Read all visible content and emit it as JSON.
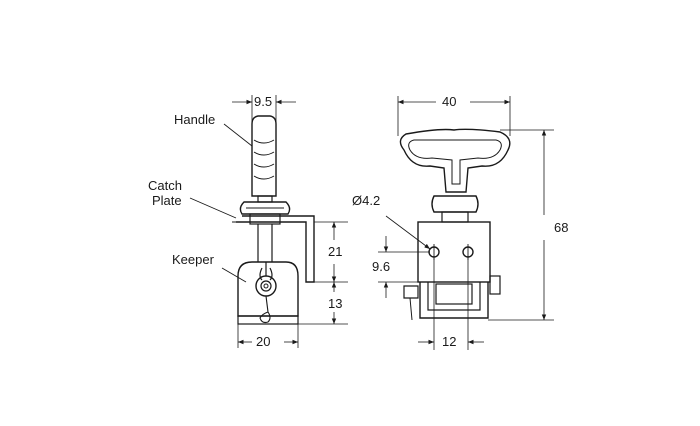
{
  "labels": {
    "handle": "Handle",
    "catch_plate_line1": "Catch",
    "catch_plate_line2": "Plate",
    "keeper": "Keeper"
  },
  "dimensions": {
    "handle_width": "9.5",
    "catch_height": "21",
    "keeper_height": "13",
    "keeper_width": "20",
    "overall_width": "40",
    "overall_height": "68",
    "hole_diameter": "Ø4.2",
    "hole_offset": "9.6",
    "hole_spacing": "12"
  }
}
